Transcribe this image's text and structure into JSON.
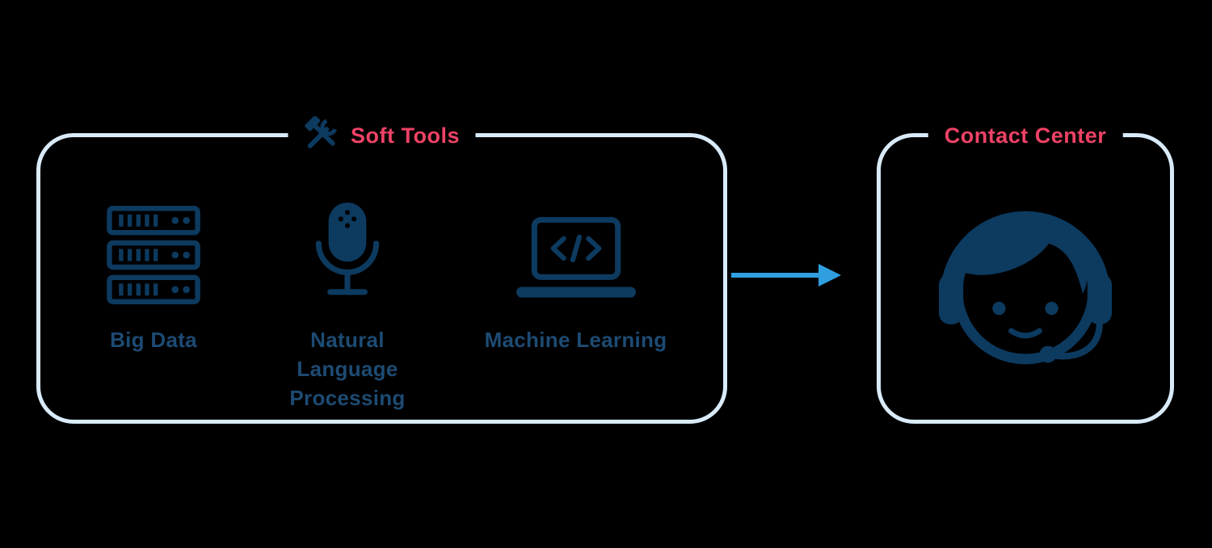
{
  "colors": {
    "background": "#000000",
    "icon_navy": "#0d3a5f",
    "label_navy": "#1d4b73",
    "title_pink": "#ee4266",
    "panel_border": "#d9eaf8",
    "arrow_blue": "#2f9fe0"
  },
  "soft_tools": {
    "title": "Soft Tools",
    "title_icon": "tools-icon",
    "items": [
      {
        "label": "Big Data",
        "icon": "server-icon"
      },
      {
        "label": "Natural Language Processing",
        "icon": "microphone-icon"
      },
      {
        "label": "Machine Learning",
        "icon": "laptop-code-icon"
      }
    ]
  },
  "arrow": {
    "direction": "right"
  },
  "contact_center": {
    "title": "Contact Center",
    "icon": "support-agent-icon"
  }
}
